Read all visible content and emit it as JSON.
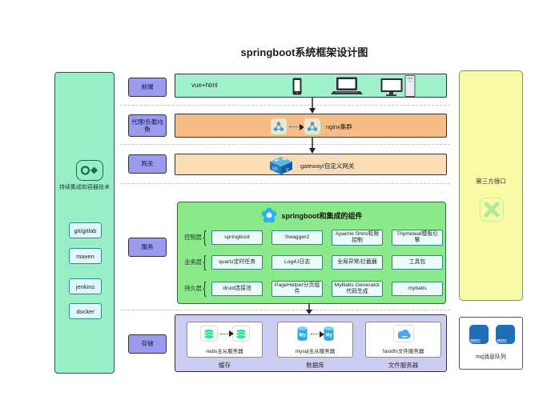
{
  "title": "springboot系统框架设计图",
  "colors": {
    "sidebar_green": "#98EFC7",
    "frontend_green": "#9FF2CC",
    "nginx_orange": "#F7BD85",
    "gateway_peach": "#FBDCB7",
    "spring_green": "#8BE98B",
    "storage_lavender": "#CDCDF4",
    "stage_purple": "#9A9AEE",
    "thirdparty_yellow": "#F9FAA5",
    "item_mint": "#EAFDFA",
    "mqtt_blue": "#1E6FB8",
    "spring_logo_blue": "#2AB3F2"
  },
  "ci": {
    "label": "持续集成和容器技术",
    "items": [
      "git/gitlab",
      "maven",
      "jenkins",
      "docker"
    ]
  },
  "stages": [
    "前端",
    "代理/负载均衡",
    "网关",
    "服务",
    "存储"
  ],
  "frontend": {
    "label": "vue+html"
  },
  "proxy": {
    "label": "nginx集群"
  },
  "gateway": {
    "label": "gateway/自定义网关"
  },
  "spring": {
    "title": "springboot和集成的组件",
    "rows": [
      {
        "label": "控制层",
        "items": [
          "springboot",
          "Swagger2",
          "Apache Shiro权限控制",
          "Thymeleaf模板引擎"
        ]
      },
      {
        "label": "业务层",
        "items": [
          "quartz定时任务",
          "Log4J日志",
          "全局异常/拦截器",
          "工具包"
        ]
      },
      {
        "label": "持久层",
        "items": [
          "druid连接池",
          "PageHelper分页组件",
          "MyBatis Generator代码生成",
          "mybatis"
        ]
      }
    ]
  },
  "storage": {
    "sections": [
      {
        "name": "redis主从服务器",
        "category": "缓存"
      },
      {
        "name": "mysql主从服务器",
        "category": "数据库"
      },
      {
        "name": "fastdfs文件服务器",
        "category": "文件服务器"
      }
    ]
  },
  "third_party": {
    "label": "第三方接口"
  },
  "mq": {
    "label": "mq消息队列",
    "icon_label": "MQTT"
  },
  "icons": [
    "devops-infinity-icon",
    "phone-icon",
    "laptop-icon",
    "desktop-icon",
    "nginx-node-icon",
    "gateway-cube-icon",
    "spring-logo-icon",
    "redis-stack-icon",
    "mysql-cylinder-icon",
    "cloud-icon",
    "exchange-x-icon",
    "mqtt-icon"
  ]
}
